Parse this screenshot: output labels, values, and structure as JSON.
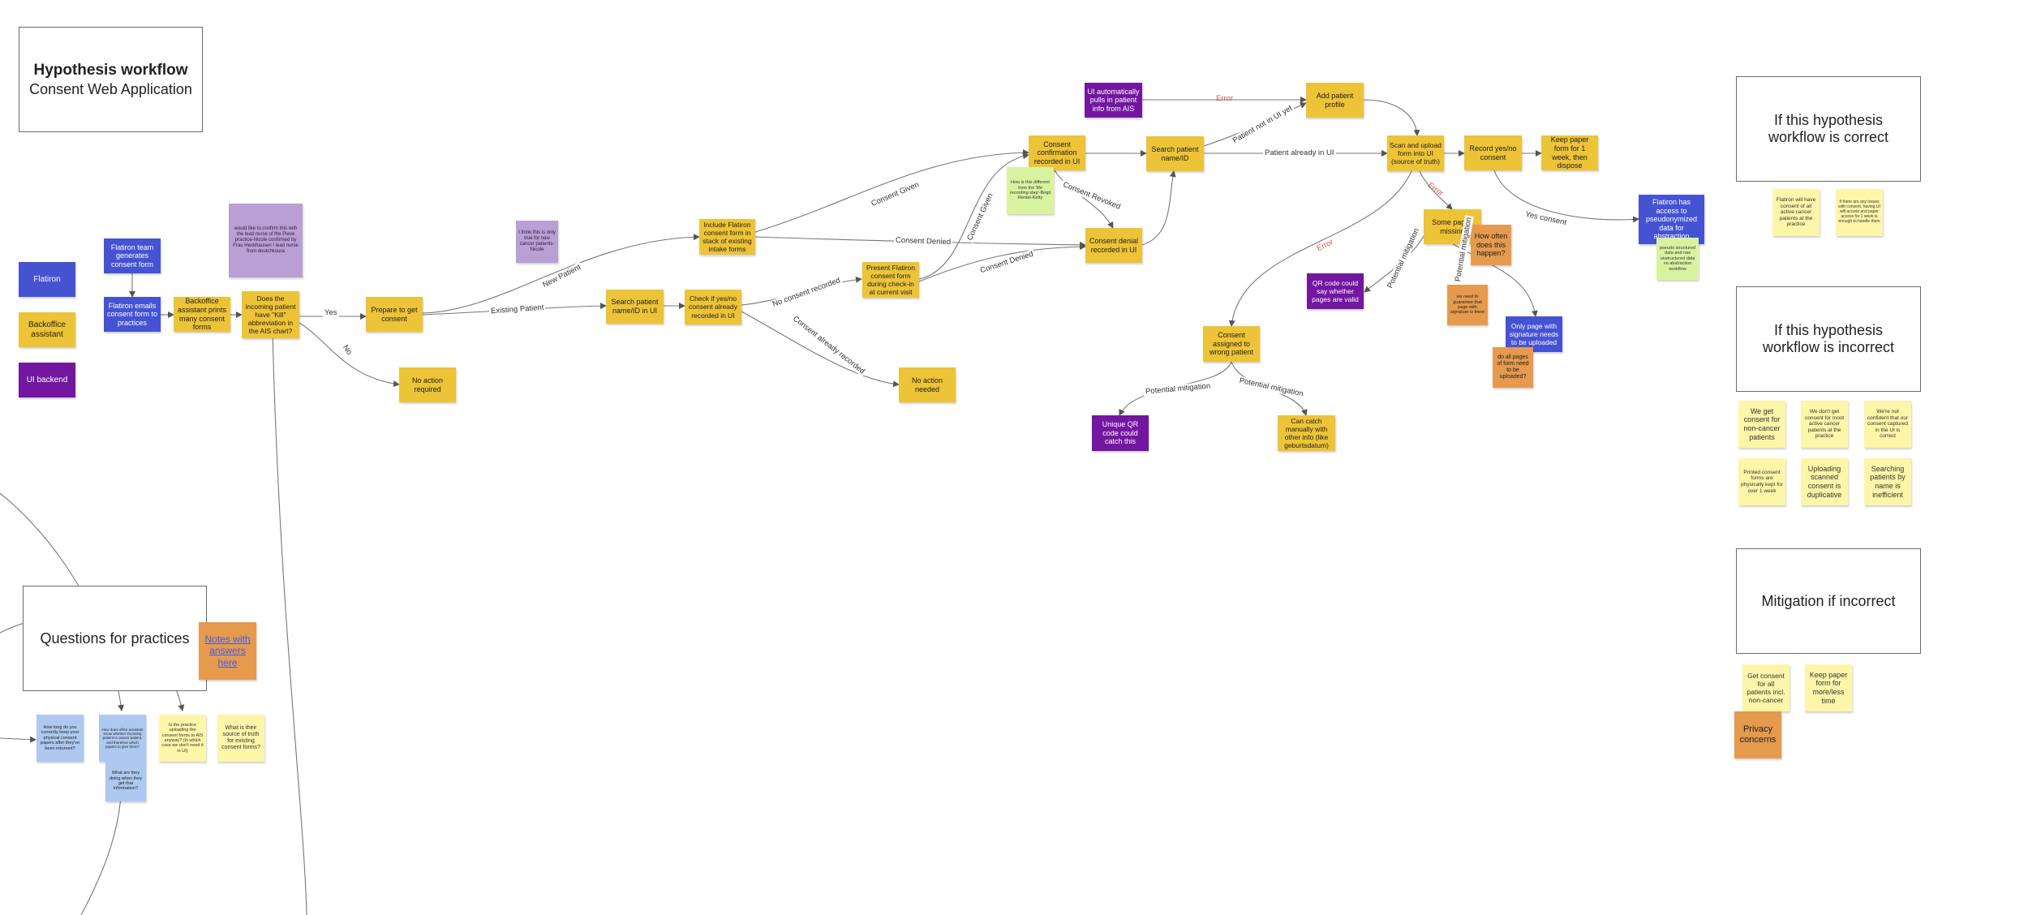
{
  "frames": {
    "hypothesis": {
      "title": "Hypothesis workflow",
      "subtitle": "Consent Web Application"
    },
    "correct": {
      "title": "If this hypothesis workflow is correct"
    },
    "incorrect": {
      "title": "If this hypothesis workflow is incorrect"
    },
    "mitigation": {
      "title": "Mitigation if incorrect"
    },
    "questions": {
      "title": "Questions for practices"
    }
  },
  "legend": {
    "flatiron": "Flatiron",
    "backoffice": "Backoffice assistant",
    "ui_backend": "UI backend"
  },
  "nodes": {
    "team_generates": "Flatiron team generates consent form",
    "emails_form": "Flatiron emails consent form to practices",
    "prints_forms": "Backoffice assistant prints many consent forms",
    "kill_check": "Does the incoming patient have \"Kill\" abbreviation in the AIS chart?",
    "confirm_note": "would like to confirm this with the lead nurse of the Pieve practice-Nicole confirmed by Frau Heckhausen / lead nurse from deutchkoura",
    "prepare": "Prepare to get consent",
    "no_action_required": "No action required",
    "true_note": "I think this is only true for new cancer patients-Nicole",
    "include_form": "Include Flatiron consent form in stack of existing intake forms",
    "search_patient_1": "Search patient name/ID in UI",
    "check_recorded": "Check if yes/no consent already recorded in UI",
    "present_form": "Present Flatiron consent form during check-in at current visit",
    "no_action_needed": "No action needed",
    "confirmation_recorded": "Consent confirmation recorded in UI",
    "how_different": "How is this different from the 'life recording step'-Birgit Rentel-Ketty",
    "ui_auto": "UI automatically pulls in patient info from AIS",
    "search_patient_2": "Search patient name/ID",
    "denial_recorded": "Consent denial recorded in UI",
    "add_profile": "Add patient profile",
    "scan_upload": "Scan and upload form into UI (source of truth)",
    "record_consent": "Record yes/no consent",
    "keep_paper": "Keep paper form for 1 week, then dispose",
    "some_pages": "Some pages missing",
    "how_often": "How often does this happen?",
    "guarantee_note": "we need to guarantee that page with signature is there",
    "only_page": "Only page with signature needs to be uploaded",
    "all_pages": "do all pages of form need to be uploaded?",
    "qr_code": "QR code could say whether pages are valid",
    "assigned_wrong": "Consent assigned to wrong patient",
    "unique_qr": "Unique QR code could catch this",
    "catch_manually": "Can catch manually with other info (like geburtsdatum)",
    "flatiron_access": "Flatiron has access to pseudonymized data for abstraction",
    "pseudo_note": "pseudo structured data and raw unstructured data no abstraction workflow"
  },
  "edge_labels": {
    "yes": "Yes",
    "no": "No",
    "new_patient": "New Patient",
    "existing_patient": "Existing Patient",
    "consent_given_1": "Consent Given",
    "consent_denied_1": "Consent Denied",
    "no_consent_recorded": "No consent recorded",
    "consent_already_recorded": "Consent already recorded",
    "consent_given_2": "Consent Given",
    "consent_denied_2": "Consent Denied",
    "consent_revoked": "Consent Revoked",
    "error_1": "Error",
    "patient_not_in_ui": "Patient not in UI yet",
    "patient_already_in_ui": "Patient already in UI",
    "error_2": "Error",
    "error_3": "Error",
    "potential_mitigation_1": "Potential mitigation",
    "potential_mitigation_2": "Potential mitigation",
    "potential_mitigation_3": "Potential mitigation",
    "potential_mitigation_4": "Potential mitigation",
    "yes_consent": "Yes consent"
  },
  "correct_notes": [
    "Flatiron will have consent of all active cancer patients at the practice",
    "If there are any issues with consent, having UI will access and paper access for 1 week is enough to handle them"
  ],
  "incorrect_notes": [
    "We get consent for non-cancer patients",
    "We don't get consent for most active cancer patients at the practice",
    "We're not confident that our consent captured in the UI is correct",
    "Printed consent forms are physically kept for over 1 week",
    "Uploading scanned consent is duplicative",
    "Searching patients by name is inefficient"
  ],
  "mitigation_notes": [
    "Get consent for all patients incl. non-cancer",
    "Keep paper form for more/less time",
    "Privacy concerns"
  ],
  "notes_link": "Notes with answers here",
  "questions": [
    "How long do you currently keep your physical consent papers after they've been returned?",
    "How does office assistant know whether incoming patient is cancer patient, and therefore which papers to give them?",
    "Is the practice uploading the consent forms to AIS anyway? (in which case we don't need it in UI)",
    "What is their source of truth for existing consent forms?",
    "What are they doing when they get that information?"
  ]
}
